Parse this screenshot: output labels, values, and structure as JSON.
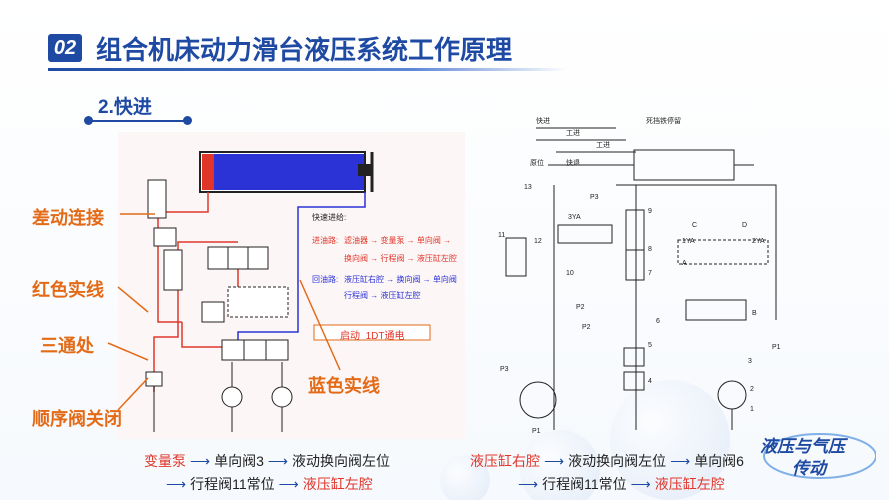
{
  "header": {
    "number": "02",
    "title": "组合机床动力滑台液压系统工作原理"
  },
  "section": {
    "label": "2.快进"
  },
  "left_labels": [
    "差动连接",
    "红色实线",
    "三通处",
    "顺序阀关闭",
    "蓝色实线"
  ],
  "panel_text": {
    "heading": "快速进给:",
    "inlet_label": "进油路:",
    "inlet_line1": [
      "滤油器",
      "变量泵",
      "单向阀"
    ],
    "inlet_line2": [
      "换向阀",
      "行程阀",
      "液压缸左腔"
    ],
    "return_label": "回油路:",
    "return_line1": [
      "液压缸右腔",
      "换向阀",
      "单向阀"
    ],
    "return_line2": [
      "行程阀",
      "液压缸左腔"
    ],
    "start_label": "启动",
    "start_value": "1DT通电"
  },
  "right_diagram": {
    "labels": [
      "快进",
      "工进",
      "工进",
      "原位",
      "快退",
      "死挡铁停留",
      "3YA",
      "1YA",
      "2YA",
      "P3",
      "P2",
      "P1",
      "13",
      "12",
      "11",
      "10",
      "9",
      "8",
      "7",
      "6",
      "5",
      "4",
      "3",
      "2",
      "1",
      "A",
      "B",
      "C",
      "D",
      "P2",
      "P3",
      "P1"
    ]
  },
  "bottom": {
    "line1_left": [
      "变量泵",
      "单向阀3",
      "液动换向阀左位"
    ],
    "line2_left": [
      "行程阀11常位",
      "液压缸左腔"
    ],
    "line1_right": [
      "液压缸右腔",
      "液动换向阀左位",
      "单向阀6"
    ],
    "line2_right": [
      "行程阀11常位",
      "液压缸左腔"
    ]
  },
  "logo": {
    "line1": "液压与气压",
    "line2": "传动"
  },
  "colors": {
    "title_blue": "#1f4aa3",
    "orange": "#e36b18",
    "red": "#e0362a",
    "blue_line": "#2b33d6"
  }
}
